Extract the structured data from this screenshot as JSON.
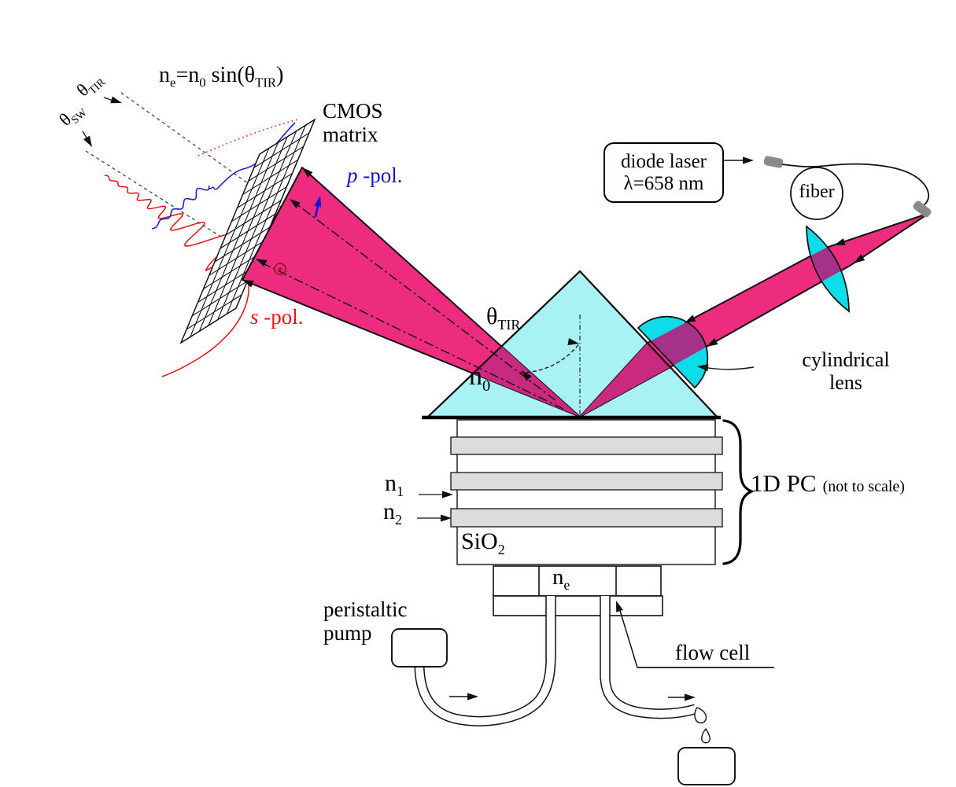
{
  "formula": {
    "n1": "n",
    "sub1": "e",
    "mid": "=n",
    "sub2": "0",
    "sin": " sin(θ",
    "sub3": "TIR",
    "end": ")"
  },
  "axis_angles": {
    "theta": "θ",
    "sub_tir": "TIR",
    "sub_sw": "SW"
  },
  "detector": {
    "line1": "CMOS",
    "line2": "matrix"
  },
  "polarization": {
    "p": "p",
    "p_rest": " -pol.",
    "s": "s",
    "s_rest": " -pol."
  },
  "laser_box": {
    "line1": "diode laser",
    "line2": "λ=658 nm"
  },
  "fiber_label": "fiber",
  "lens_label": {
    "line1": "cylindrical",
    "line2": "lens"
  },
  "prism_labels": {
    "n": "n",
    "n_sub": "0",
    "theta": "θ",
    "theta_sub": "TIR"
  },
  "stack_labels": {
    "n1": "n",
    "n1_sub": "1",
    "n2": "n",
    "n2_sub": "2",
    "substrate": "SiO",
    "substrate_sub": "2",
    "group": "1D PC",
    "group_note": "(not to scale)"
  },
  "flow_labels": {
    "n": "n",
    "n_sub": "e",
    "cell": "flow cell",
    "pump1": "peristaltic",
    "pump2": "pump"
  },
  "colors": {
    "beam": "#EE2C7F",
    "beam_in_prism": "#C9297F",
    "beam_overlap": "#A63189",
    "cyan_lens": "#0CDDE9",
    "cyan_prism": "#A8F2F5",
    "layer_gray": "#DCDCDC",
    "p_pol_color": "#1515CC",
    "s_pol_color": "#EE1111",
    "curve_blue": "#2222CC",
    "curve_red": "#E81010"
  }
}
